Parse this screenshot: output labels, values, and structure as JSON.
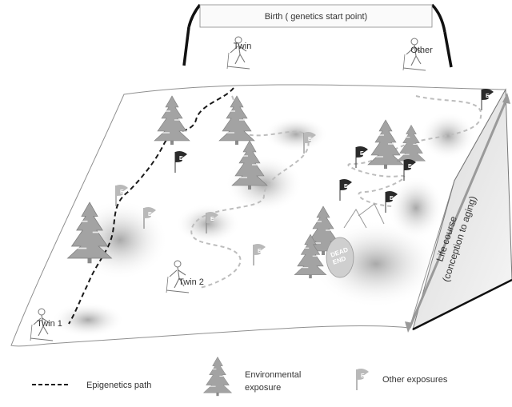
{
  "banner": {
    "text": "Birth ( genetics start point)"
  },
  "skiers": {
    "twin_top": "Twin",
    "other_top": "Other",
    "twin1": "Twin 1",
    "twin2": "Twin 2"
  },
  "slope": {
    "life_course_line1": "Life course",
    "life_course_line2": "(conception to aging)",
    "dead_end_line1": "DEAD",
    "dead_end_line2": "END"
  },
  "flag": {
    "epigenetic_letter": "E"
  },
  "legend": {
    "epigenetics": "Epigenetics path",
    "environment_line1": "Environmental",
    "environment_line2": "exposure",
    "other": "Other exposures"
  },
  "colors": {
    "epigenetic_path": "#1a1a1a",
    "other_path": "#bdbdbd",
    "tree": "#9a9a9a",
    "flag_dark": "#2a2a2a",
    "flag_light": "#bdbdbd"
  }
}
